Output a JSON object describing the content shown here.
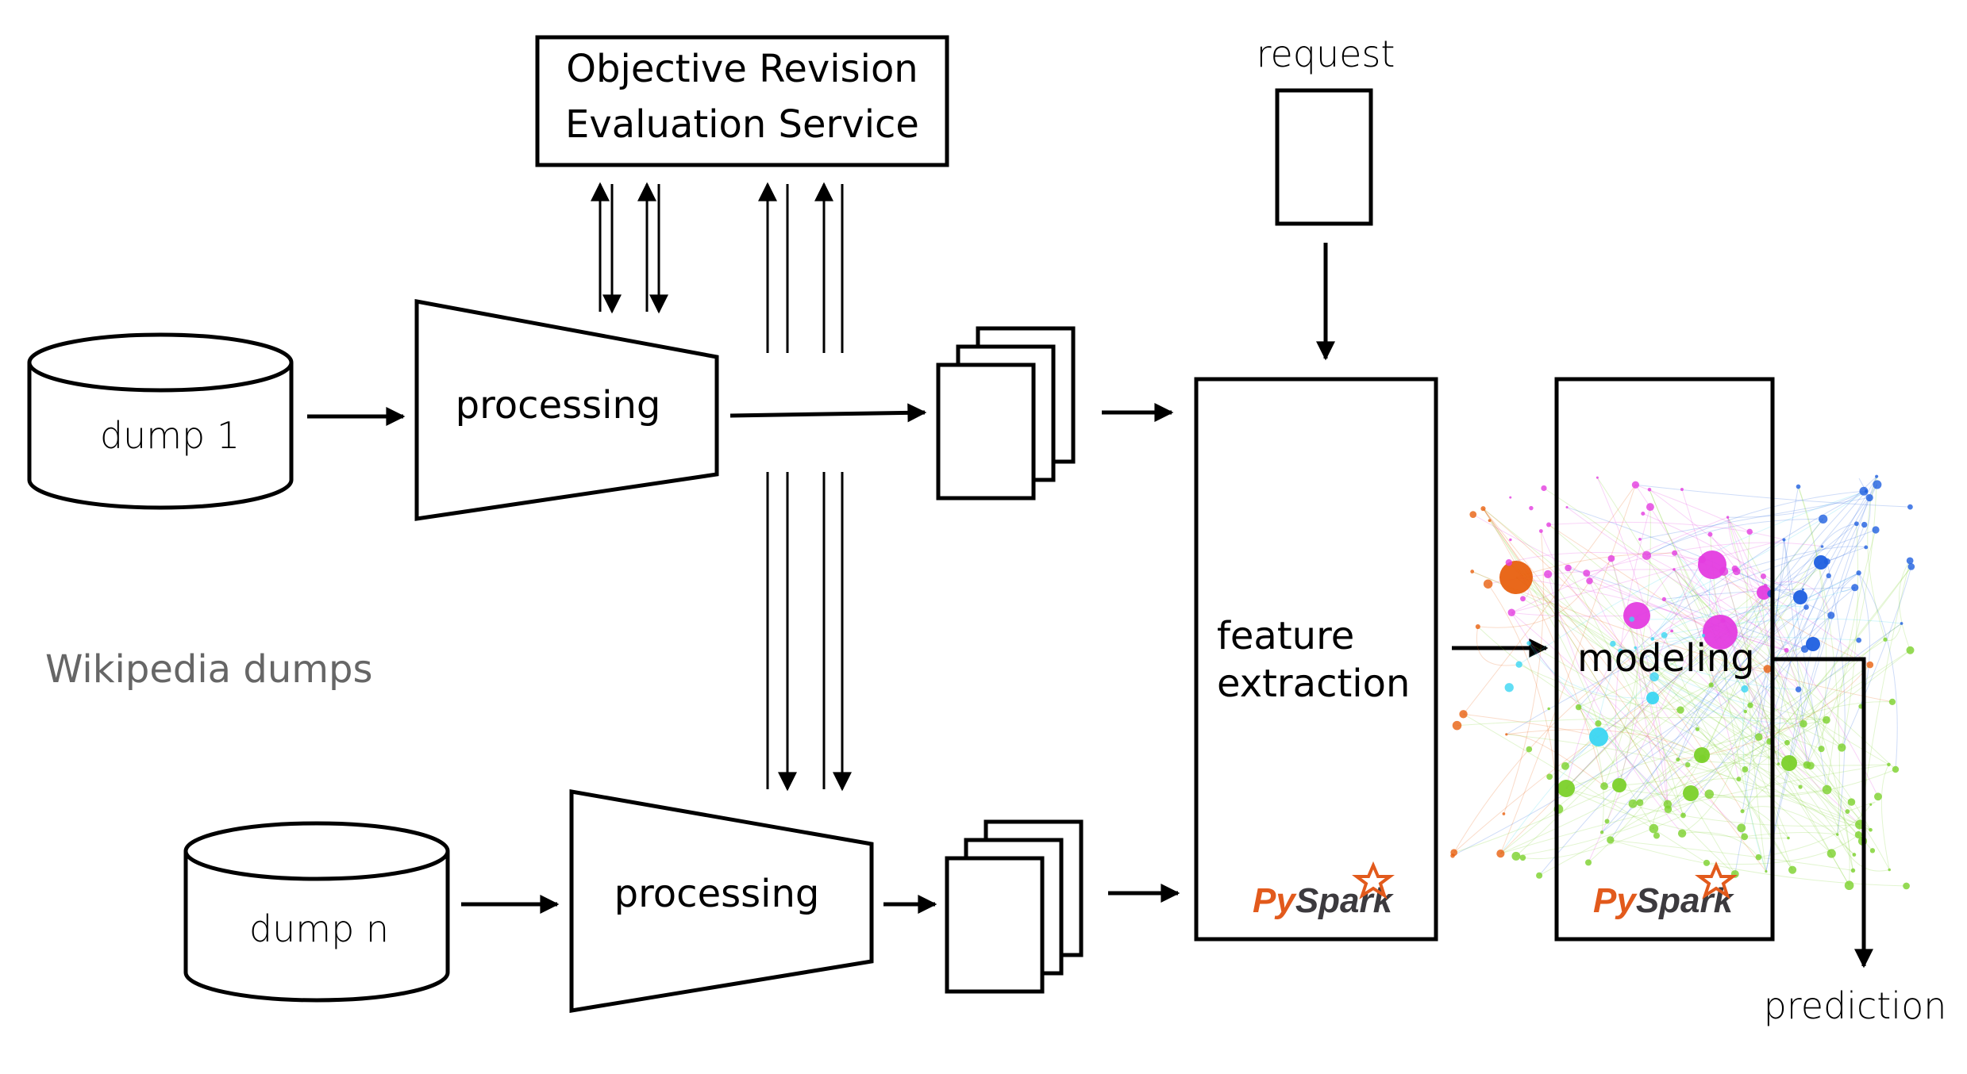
{
  "service_box": {
    "line1": "Objective Revision",
    "line2": "Evaluation Service"
  },
  "request_label": "request",
  "dump1_label": "dump 1",
  "dumpn_label": "dump n",
  "processing_top_label": "processing",
  "processing_bottom_label": "processing",
  "group_label": "Wikipedia dumps",
  "feature_box": {
    "line1": "feature",
    "line2": "extraction"
  },
  "modeling_label": "modeling",
  "prediction_label": "prediction",
  "pyspark_logo_text": "PySpark",
  "colors": {
    "group_label": "#666666",
    "pyspark_orange": "#e25a1c",
    "pyspark_dark": "#3c3a3e",
    "graph_orange": "#e8600f",
    "graph_magenta": "#e43ce0",
    "graph_blue": "#1f5fe0",
    "graph_cyan": "#3ad6f2",
    "graph_green": "#7bd12a"
  }
}
